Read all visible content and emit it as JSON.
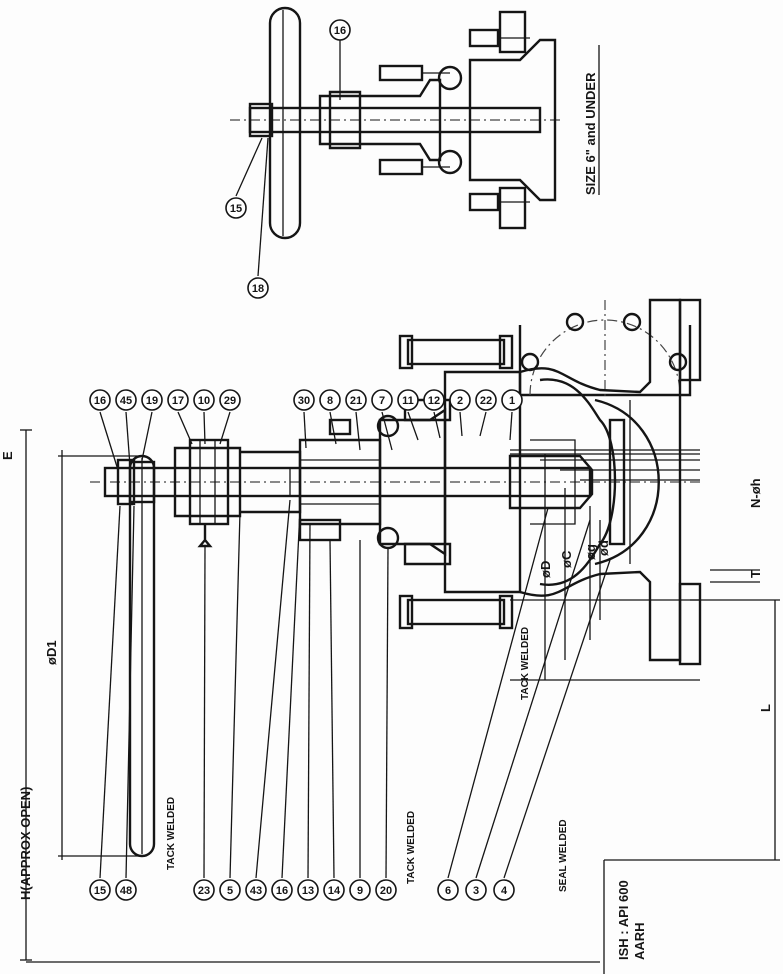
{
  "labels": {
    "size_note": "SIZE 6\" and UNDER",
    "h_dim": "H(APPROX OPEN)",
    "d1": "øD1",
    "tack_welded": "TACK WELDED",
    "seal_welded": "SEAL WELDED",
    "od": "øD",
    "oc": "øC",
    "og": "øg",
    "od_small": "ød",
    "n_h": "N-øh",
    "t": "T",
    "l": "L",
    "finish": "ISH : API 600",
    "finish2": "AARH",
    "e_mark": "E"
  },
  "balloons_main_top": [
    "16",
    "45",
    "19",
    "17",
    "10",
    "29",
    "30",
    "8",
    "21",
    "7",
    "11",
    "12",
    "2",
    "22",
    "1"
  ],
  "balloons_main_bottom": [
    "15",
    "48",
    "23",
    "5",
    "43",
    "16",
    "13",
    "14",
    "9",
    "20",
    "6",
    "3",
    "4"
  ],
  "balloons_small": [
    "16",
    "15",
    "18"
  ]
}
